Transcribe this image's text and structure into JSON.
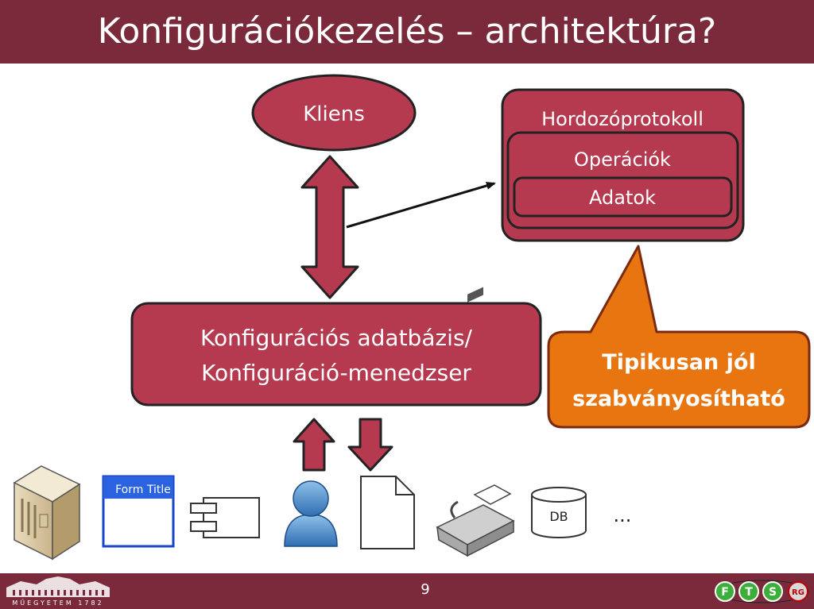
{
  "slide": {
    "title": "Konfigurációkezelés – architektúra?",
    "page_number": "9"
  },
  "diagram": {
    "client": "Kliens",
    "transport": "Hordozóprotokoll",
    "operations": "Operációk",
    "data": "Adatok",
    "config_line1": "Konfigurációs adatbázis/",
    "config_line2": "Konfiguráció-menedzser",
    "callout_line1": "Tipikusan jól",
    "callout_line2": "szabványosítható",
    "form_title": "Form Title",
    "db_label": "DB",
    "ellipsis": "..."
  },
  "logos": {
    "university_caption": "MŰEGYETEM 1782",
    "lab_letters": [
      "F",
      "T",
      "S",
      "RG"
    ]
  },
  "colors": {
    "bar": "#7b2a3c",
    "box": "#b5394f",
    "callout": "#e87510"
  }
}
